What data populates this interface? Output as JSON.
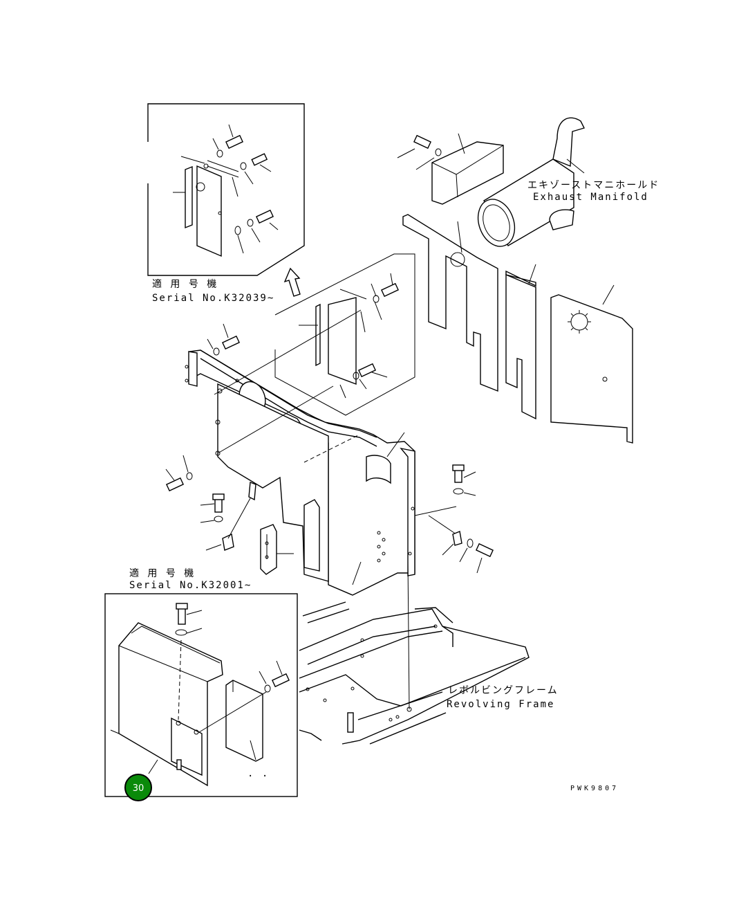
{
  "labels": {
    "exhaust_manifold_jp": "エキゾーストマニホールド",
    "exhaust_manifold_en": "Exhaust Manifold",
    "revolving_frame_jp": "レボルビングフレーム",
    "revolving_frame_en": "Revolving Frame",
    "inset_top_applicable": "適 用 号 機",
    "inset_top_serial": "Serial No.K32039~",
    "inset_bottom_applicable": "適 用 号 機",
    "inset_bottom_serial": "Serial No.K32001~",
    "drawing_code": "PWK9807",
    "badge_number": "30"
  },
  "colors": {
    "badge_fill": "#0a8a0a",
    "line": "#000000",
    "background": "#ffffff"
  }
}
